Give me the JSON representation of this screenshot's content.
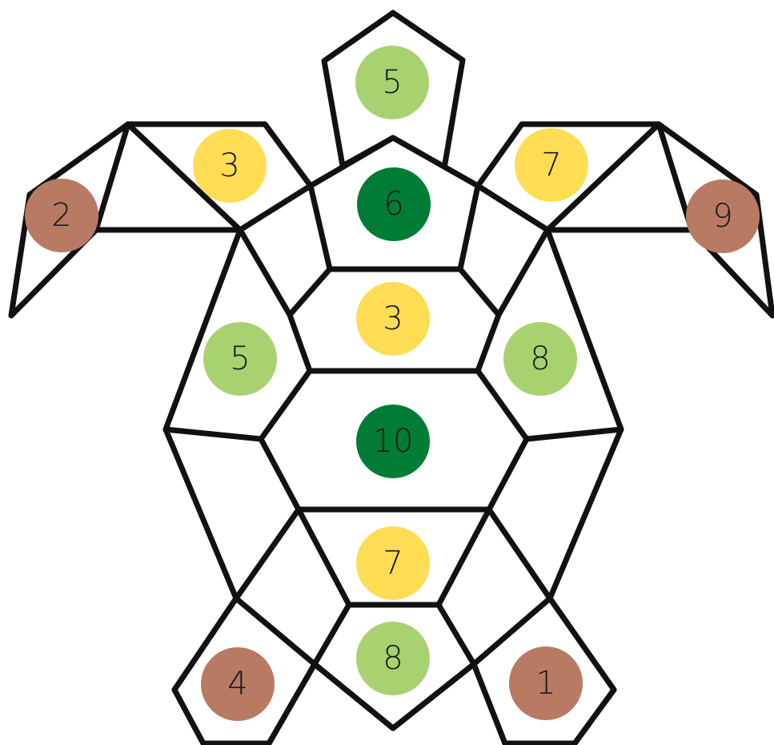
{
  "colors": {
    "light_green": "#a8d26f",
    "dark_green": "#007c35",
    "yellow": "#fedd55",
    "brown": "#b87a63",
    "outline": "#111111"
  },
  "circles": [
    {
      "id": "head",
      "label": "5",
      "color": "light_green"
    },
    {
      "id": "shell-top",
      "label": "6",
      "color": "dark_green"
    },
    {
      "id": "left-flipper-inner",
      "label": "3",
      "color": "yellow"
    },
    {
      "id": "left-flipper-tip",
      "label": "2",
      "color": "brown"
    },
    {
      "id": "right-flipper-inner",
      "label": "7",
      "color": "yellow"
    },
    {
      "id": "right-flipper-tip",
      "label": "9",
      "color": "brown"
    },
    {
      "id": "shell-upper-center",
      "label": "3",
      "color": "yellow"
    },
    {
      "id": "shell-left",
      "label": "5",
      "color": "light_green"
    },
    {
      "id": "shell-right",
      "label": "8",
      "color": "light_green"
    },
    {
      "id": "shell-center",
      "label": "10",
      "color": "dark_green"
    },
    {
      "id": "shell-lower-center",
      "label": "7",
      "color": "yellow"
    },
    {
      "id": "tail",
      "label": "8",
      "color": "light_green"
    },
    {
      "id": "left-back-foot",
      "label": "4",
      "color": "brown"
    },
    {
      "id": "right-back-foot",
      "label": "1",
      "color": "brown"
    }
  ]
}
